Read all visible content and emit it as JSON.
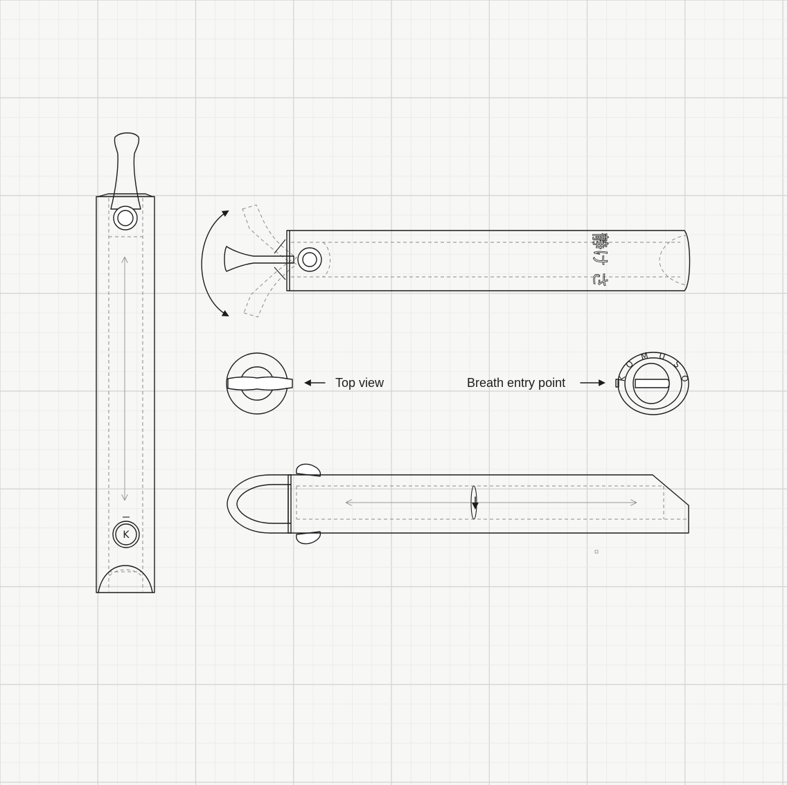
{
  "labels": {
    "top_view": "Top view",
    "breath_entry": "Breath entry point"
  },
  "brand": {
    "letters": [
      "K",
      "O",
      "M",
      "U",
      "S",
      "O"
    ],
    "emblem_letter": "K",
    "engraving": "静け さ"
  },
  "colors": {
    "background": "#f7f7f6",
    "grid_major": "#d2d2d2",
    "grid_minor": "#e9e9e7",
    "line": "#1c1c1c",
    "hidden_line": "#8a8a8a"
  }
}
